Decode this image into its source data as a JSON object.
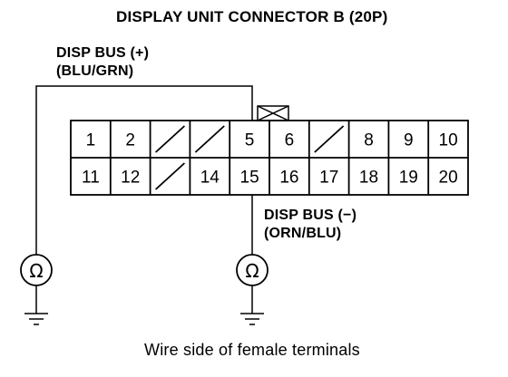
{
  "title": "DISPLAY UNIT CONNECTOR B (20P)",
  "disp_bus_plus": {
    "name": "DISP BUS (+)",
    "wire_color": "(BLU/GRN)",
    "terminal": "5"
  },
  "disp_bus_minus": {
    "name": "DISP BUS (−)",
    "wire_color": "(ORN/BLU)",
    "terminal": "15"
  },
  "connector": {
    "rows": [
      [
        "1",
        "2",
        "",
        "",
        "5",
        "6",
        "",
        "8",
        "9",
        "10"
      ],
      [
        "11",
        "12",
        "",
        "14",
        "15",
        "16",
        "17",
        "18",
        "19",
        "20"
      ]
    ]
  },
  "meter_symbol": "Ω",
  "caption": "Wire side of female terminals"
}
